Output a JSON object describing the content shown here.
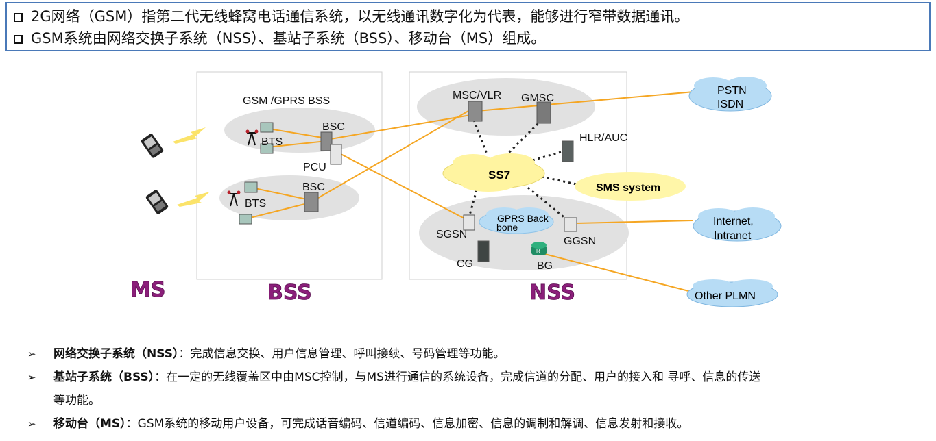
{
  "header": {
    "line1": "2G网络（GSM）指第二代无线蜂窝电话通信系统，以无线通讯数字化为代表，能够进行窄带数据通讯。",
    "line2": "GSM系统由网络交换子系统（NSS）、基站子系统（BSS）、移动台（MS）组成。"
  },
  "diagram": {
    "sections": {
      "ms": "MS",
      "bss": "BSS",
      "nss": "NSS"
    },
    "bss_title": "GSM /GPRS  BSS",
    "labels": {
      "bts1": "BTS",
      "bsc1": "BSC",
      "pcu": "PCU",
      "bts2": "BTS",
      "bsc2": "BSC",
      "msc_vlr": "MSC/VLR",
      "gmsc": "GMSC",
      "hlr_auc": "HLR/AUC",
      "ss7": "SS7",
      "sms": "SMS system",
      "gprs_back": "GPRS Back",
      "gprs_bone": "bone",
      "sgsn": "SGSN",
      "ggsn": "GGSN",
      "cg": "CG",
      "bg": "BG"
    },
    "clouds": {
      "pstn": "PSTN",
      "isdn": "ISDN",
      "internet": "Internet,",
      "intranet": "Intranet",
      "other_plmn": "Other PLMN"
    },
    "colors": {
      "link": "#f5a623",
      "section_label": "#8b1f7a",
      "cloud": "#b7dcf5",
      "ss7_cloud": "#fff6a8",
      "ellipse": "#e0e0e0"
    }
  },
  "notes": [
    {
      "term": "网络交换子系统（NSS）",
      "text": "：完成信息交换、用户信息管理、呼叫接续、号码管理等功能。"
    },
    {
      "term": "基站子系统（BSS）",
      "text": "：在一定的无线覆盖区中由MSC控制，与MS进行通信的系统设备，完成信道的分配、用户的接入和 寻呼、信息的传送"
    },
    {
      "term": "",
      "text": "等功能。"
    },
    {
      "term": "移动台（MS）",
      "text": "：GSM系统的移动用户设备，可完成话音编码、信道编码、信息加密、信息的调制和解调、信息发射和接收。"
    }
  ]
}
